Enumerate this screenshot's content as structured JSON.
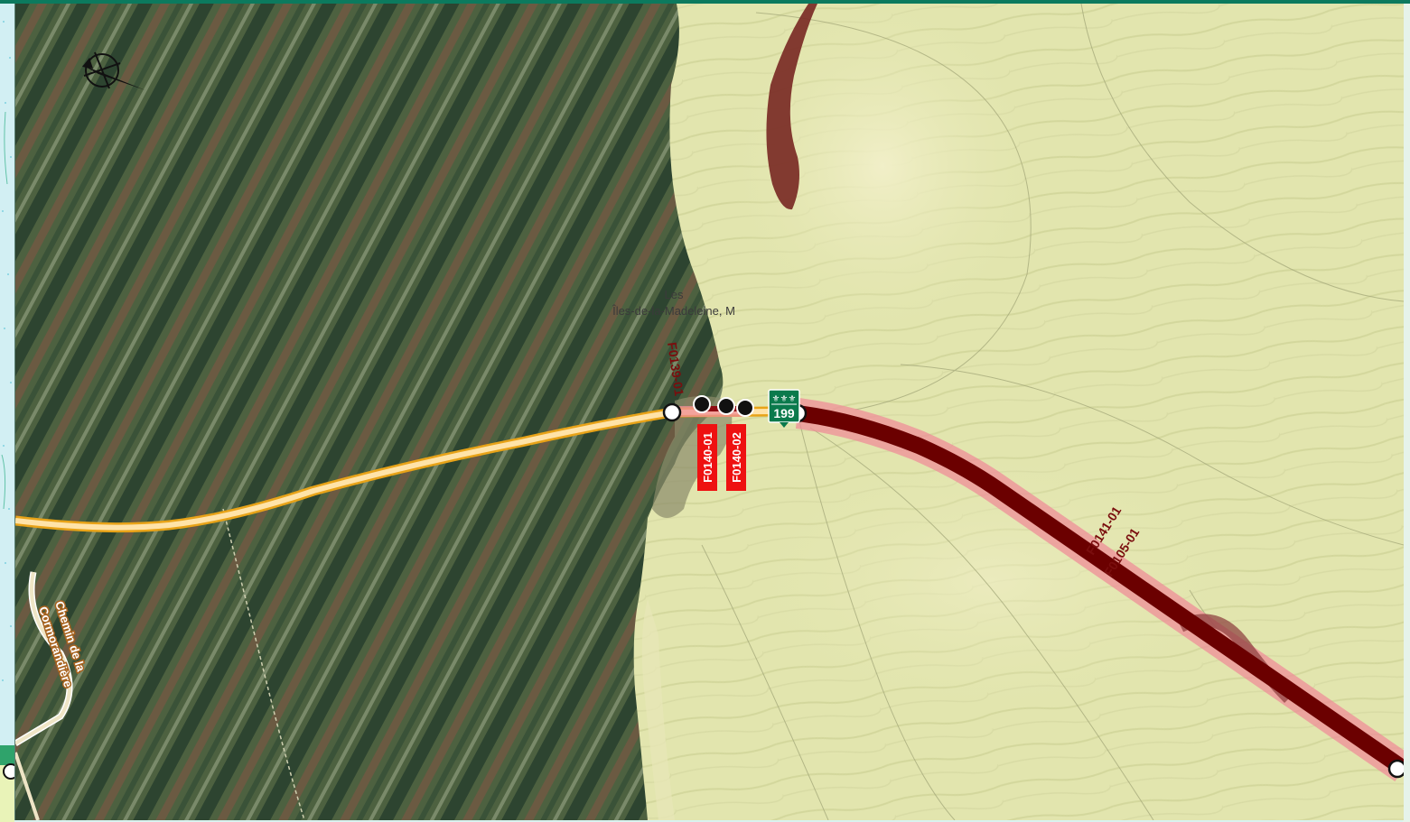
{
  "map": {
    "place_label_line1": "Les",
    "place_label_line2": "Îles-de-la-Madeleine, M",
    "road_name_line1": "Chemin de la",
    "road_name_line2": "Cormorandière",
    "route_shield": {
      "number": "199",
      "fleurs": "⚜⚜⚜"
    },
    "segment_labels": {
      "f0139": "F0139-01",
      "f0141": "F0141-01",
      "f0105": "F0105-01"
    },
    "badges": {
      "f0140_01": "F0140-01",
      "f0140_02": "F0140-02"
    },
    "colors": {
      "highway": "#ffd38a",
      "highway_casing": "#e8a318",
      "segment_dark": "#6b0000",
      "segment_halo": "#ef8d98",
      "badge_red": "#ee1111",
      "shield_green": "#0b7a4c",
      "sand": "#e3e7b0",
      "forest": "#4a5e3f"
    },
    "compass_icon": "north-arrow-icon"
  }
}
